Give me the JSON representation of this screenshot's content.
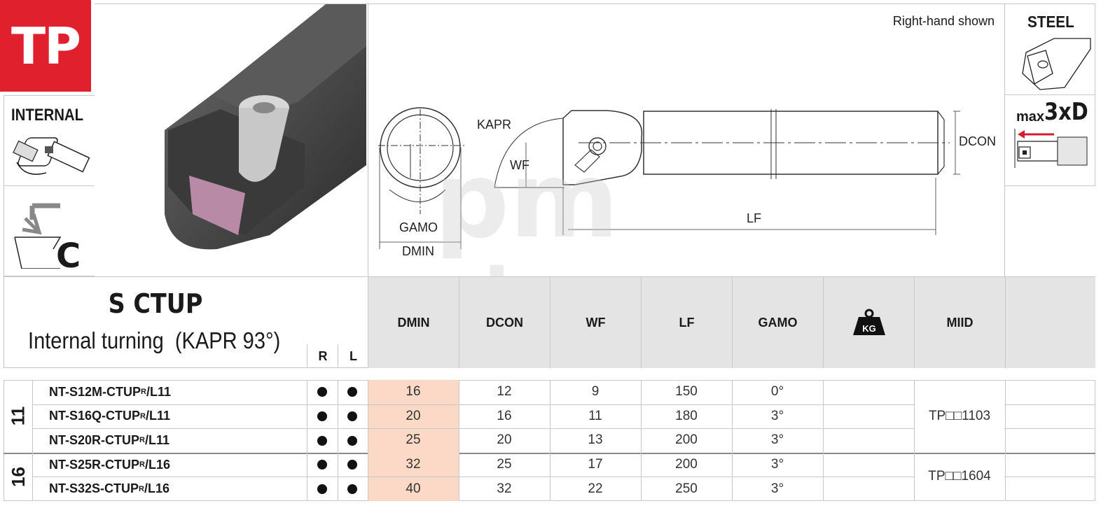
{
  "badge": {
    "code": "TP",
    "color": "#e0202c"
  },
  "side_panel": {
    "operation": "INTERNAL",
    "insert_shape": "C"
  },
  "diagram": {
    "note": "Right-hand shown",
    "labels": {
      "kapr": "KAPR",
      "wf": "WF",
      "gamo": "GAMO",
      "dmin": "DMIN",
      "lf": "LF",
      "dcon": "DCON"
    }
  },
  "material": {
    "label": "STEEL"
  },
  "overhang": {
    "prefix": "max",
    "value": "3xD"
  },
  "watermark": {
    "line1": "pm",
    "line2": "shop"
  },
  "product": {
    "name": "S CTUP",
    "description": "Internal turning  (KAPR 93°)",
    "hand_labels": [
      "R",
      "L"
    ]
  },
  "table": {
    "headers": [
      "DMIN",
      "DCON",
      "WF",
      "LF",
      "GAMO",
      "KG",
      "MIID",
      ""
    ],
    "highlight_color": "#fbd9c6",
    "groups": [
      {
        "label": "11",
        "miid": "TP□□1103",
        "rows": [
          {
            "code": "NT-S12M-CTUP",
            "sup": "R",
            "sub": "/L11",
            "r": true,
            "l": true,
            "dmin": "16",
            "dcon": "12",
            "wf": "9",
            "lf": "150",
            "gamo": "0°"
          },
          {
            "code": "NT-S16Q-CTUP",
            "sup": "R",
            "sub": "/L11",
            "r": true,
            "l": true,
            "dmin": "20",
            "dcon": "16",
            "wf": "11",
            "lf": "180",
            "gamo": "3°"
          },
          {
            "code": "NT-S20R-CTUP",
            "sup": "R",
            "sub": "/L11",
            "r": true,
            "l": true,
            "dmin": "25",
            "dcon": "20",
            "wf": "13",
            "lf": "200",
            "gamo": "3°"
          }
        ]
      },
      {
        "label": "16",
        "miid": "TP□□1604",
        "rows": [
          {
            "code": "NT-S25R-CTUP",
            "sup": "R",
            "sub": "/L16",
            "r": true,
            "l": true,
            "dmin": "32",
            "dcon": "25",
            "wf": "17",
            "lf": "200",
            "gamo": "3°"
          },
          {
            "code": "NT-S32S-CTUP",
            "sup": "R",
            "sub": "/L16",
            "r": true,
            "l": true,
            "dmin": "40",
            "dcon": "32",
            "wf": "22",
            "lf": "250",
            "gamo": "3°"
          }
        ]
      }
    ]
  }
}
